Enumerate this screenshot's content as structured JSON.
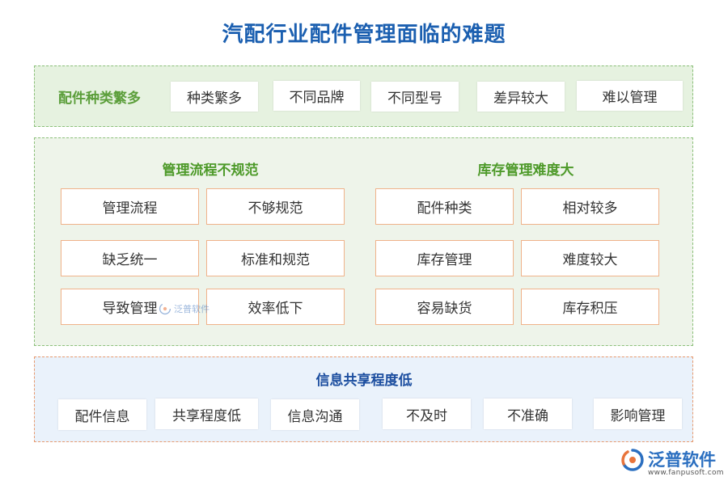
{
  "title": "汽配行业配件管理面临的难题",
  "row1": {
    "label": "配件种类繁多",
    "items": [
      "种类繁多",
      "不同品牌",
      "不同型号",
      "差异较大",
      "难以管理"
    ]
  },
  "process": {
    "title": "管理流程不规范",
    "items": [
      "管理流程",
      "不够规范",
      "缺乏统一",
      "标准和规范",
      "导致管理",
      "效率低下"
    ]
  },
  "inventory": {
    "title": "库存管理难度大",
    "items": [
      "配件种类",
      "相对较多",
      "库存管理",
      "难度较大",
      "容易缺货",
      "库存积压"
    ]
  },
  "info": {
    "title": "信息共享程度低",
    "items": [
      "配件信息",
      "共享程度低",
      "信息沟通",
      "不及时",
      "不准确",
      "影响管理"
    ]
  },
  "watermark": "泛普软件",
  "brand": {
    "name": "泛普软件",
    "url": "www.fanpusoft.com",
    "icon": "fanpu-logo-icon"
  },
  "colors": {
    "title": "#1b5fb0",
    "green_label": "#4e9a2a",
    "blue_label": "#1d4fa0",
    "box_border": "#f0b28a"
  }
}
